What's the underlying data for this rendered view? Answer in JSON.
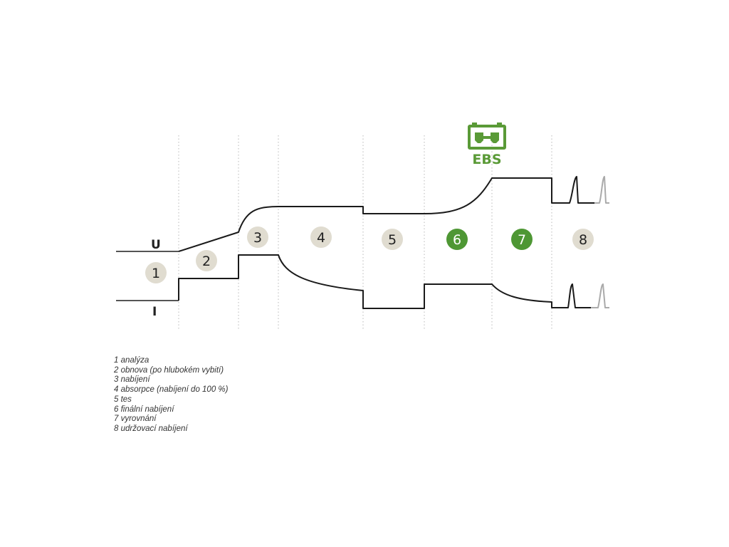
{
  "axis_labels": {
    "voltage": "U",
    "current": "I"
  },
  "badge": {
    "text": "EBS",
    "icon": "battery-icon",
    "color": "#5a9a37"
  },
  "colors": {
    "stage_default": "#e0dcd0",
    "stage_ebs": "#4e9734",
    "curve": "#1a1a1a"
  },
  "stages": [
    {
      "label": "1",
      "ebs": false
    },
    {
      "label": "2",
      "ebs": false
    },
    {
      "label": "3",
      "ebs": false
    },
    {
      "label": "4",
      "ebs": false
    },
    {
      "label": "5",
      "ebs": false
    },
    {
      "label": "6",
      "ebs": true
    },
    {
      "label": "7",
      "ebs": true
    },
    {
      "label": "8",
      "ebs": false
    }
  ],
  "legend": [
    "1 analýza",
    "2 obnova (po hlubokém vybití)",
    "3 nabíjení",
    "4 absorpce (nabíjení do 100 %)",
    "5 tes",
    "6 finální nabíjení",
    "7 vyrovnání",
    "8 udržovací nabíjení"
  ]
}
